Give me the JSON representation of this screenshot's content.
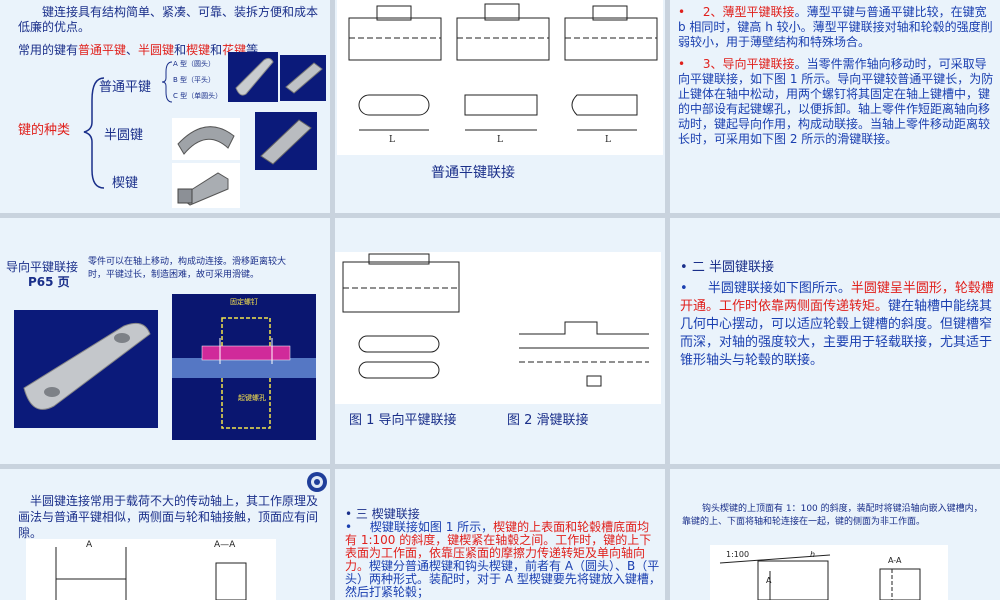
{
  "s1": {
    "intro": "键连接具有结构简单、紧凑、可靠、装拆方便和成本低廉的优点。",
    "common_prefix": "常用的键有",
    "k1": "普通平键",
    "sep1": "、",
    "k2": "半圆键",
    "and1": "和",
    "k3": "楔键",
    "and2": "和",
    "k4": "花键",
    "suffix": "等",
    "types_label": "键的种类",
    "item1": "普通平键",
    "item2": "半圆键",
    "item3": "楔键",
    "sub_a": "A 型（圆头）",
    "sub_b": "B 型（平头）",
    "sub_c": "C 型（单圆头）"
  },
  "s2": {
    "caption": "普通平键联接",
    "dim_l": "L"
  },
  "s3": {
    "p2_num": "2、",
    "p2_title": "薄型平键联接",
    "p2_text": "。薄型平键与普通平键比较，在键宽 b 相同时，键高 h 较小。薄型平键联接对轴和轮毂的强度削弱较小，用于薄壁结构和特殊场合。",
    "p3_num": "3、",
    "p3_title": "导向平键联接",
    "p3_text": "。当零件需作轴向移动时，可采取导向平键联接，如下图 1 所示。导向平键较普通平键长，为防止键体在轴中松动，用两个螺钉将其固定在轴上键槽中，键的中部设有起键螺孔，以便拆卸。轴上零件作短距离轴向移动时，键起导向作用，构成动联接。当轴上零件移动距离较长时，可采用如下图 2 所示的滑键联接。"
  },
  "s4": {
    "title": "导向平键联接",
    "page": "P65 页",
    "desc": "零件可以在轴上移动，构成动连接。滑移距离较大时，平键过长，制造困难，故可采用滑键。",
    "label_top": "固定螺钉",
    "label_bottom": "起键螺孔"
  },
  "s5": {
    "cap1": "图 1  导向平键联接",
    "cap2": "图 2  滑键联接"
  },
  "s6": {
    "title": "二  半圆键联接",
    "p_lead": "半圆键联接如下图所示。",
    "p_red": "半圆键呈半圆形，轮毂槽开通。工作时依靠两侧面传递转矩。",
    "p_rest": "键在轴槽中能绕其几何中心摆动，可以适应轮毂上键槽的斜度。但键槽窄而深，对轴的强度较大，主要用于轻载联接，尤其适于锥形轴头与轮毂的联接。"
  },
  "s7": {
    "text": "半圆键连接常用于载荷不大的传动轴上，其工作原理及画法与普通平键相似，两侧面与轮和轴接触，顶面应有间隙。",
    "label_a": "A",
    "label_aa": "A—A"
  },
  "s8": {
    "title": "三  楔键联接",
    "lead": "楔键联接如图 1 所示，",
    "red": "楔键的上表面和轮毂槽底面均有 1:100 的斜度，键楔紧在轴毂之间。工作时，键的上下表面为工作面，依靠压紧面的摩擦力传递转矩及单向轴向力。",
    "rest": "楔键分普通楔键和钩头楔键，前者有 A（圆头）、B（平头）两种形式。装配时，对于 A 型楔键要先将键放入键槽，然后打紧轮毂；"
  },
  "s9": {
    "text": "钩头楔键的上顶面有 1：100 的斜度，装配时将键沿轴向嵌入键槽内，靠键的上、下面将轴和轮连接在一起，键的侧面为非工作面。",
    "slope": "1:100",
    "label_a": "A",
    "label_h": "h",
    "label_aa": "A-A"
  }
}
